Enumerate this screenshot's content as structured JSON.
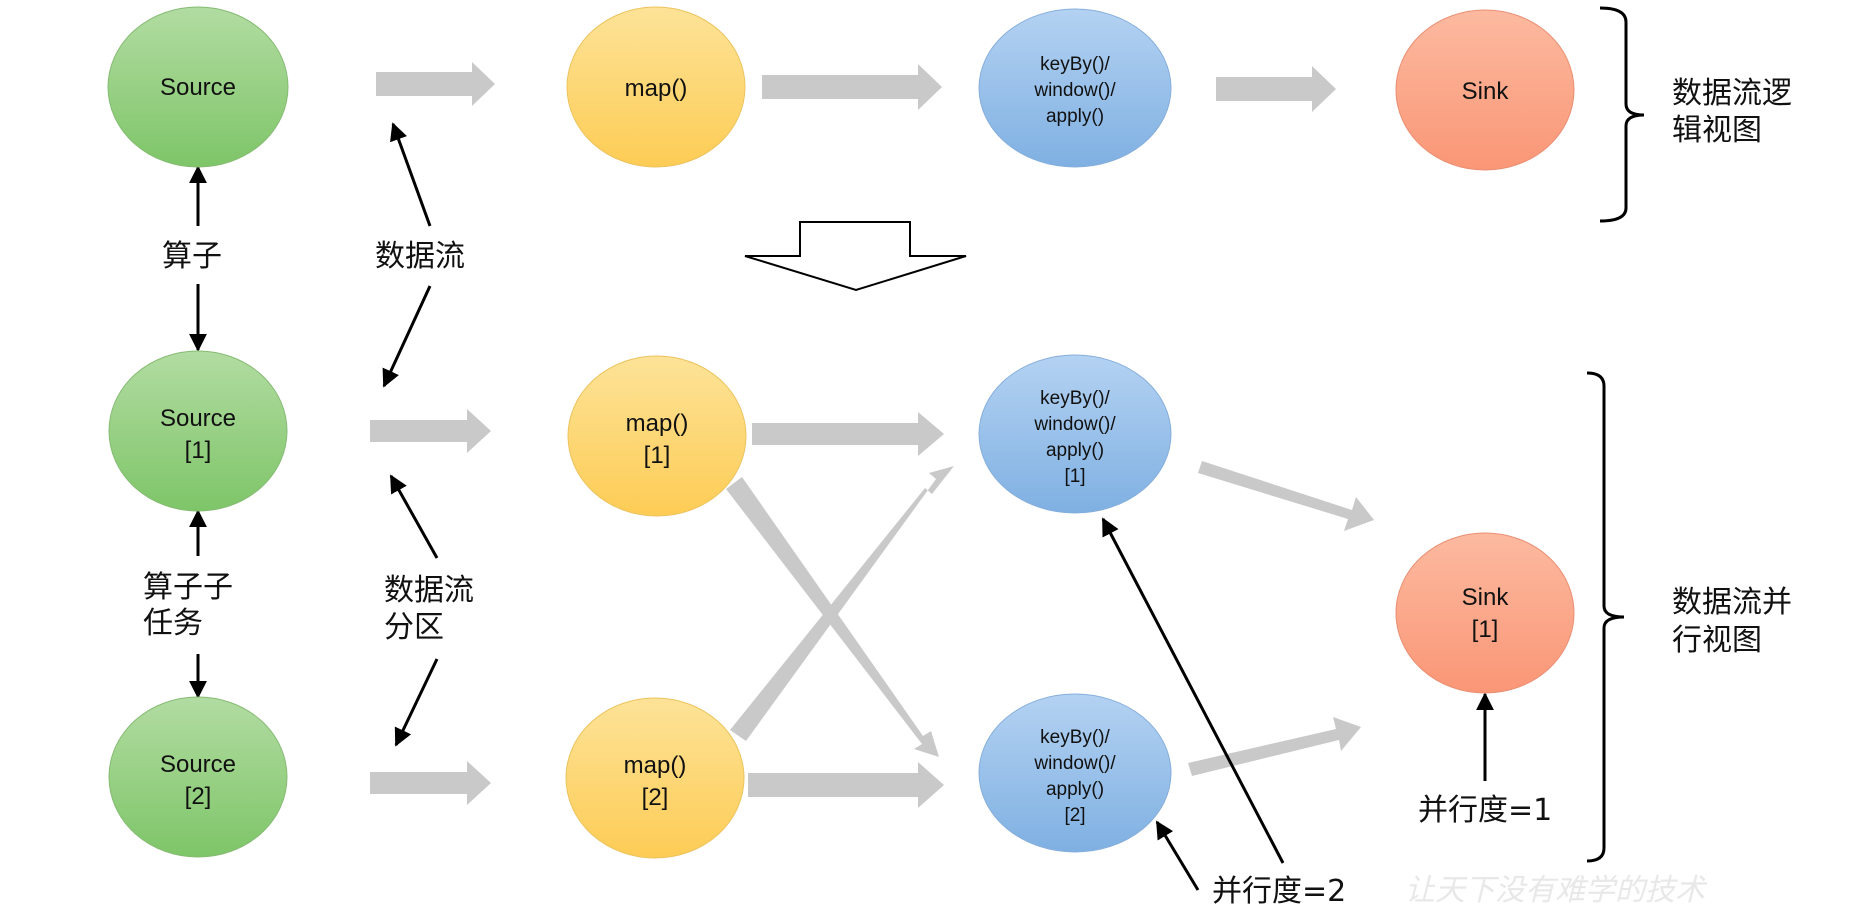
{
  "logical_view": {
    "nodes": {
      "source": "Source",
      "map": "map()",
      "keyby": [
        "keyBy()/",
        "window()/",
        "apply()"
      ],
      "sink": "Sink"
    },
    "label": [
      "数据流逻",
      "辑视图"
    ]
  },
  "parallel_view": {
    "nodes": {
      "source_1": [
        "Source",
        "[1]"
      ],
      "source_2": [
        "Source",
        "[2]"
      ],
      "map_1": [
        "map()",
        "[1]"
      ],
      "map_2": [
        "map()",
        "[2]"
      ],
      "keyby_1": [
        "keyBy()/",
        "window()/",
        "apply()",
        "[1]"
      ],
      "keyby_2": [
        "keyBy()/",
        "window()/",
        "apply()",
        "[2]"
      ],
      "sink_1": [
        "Sink",
        "[1]"
      ]
    },
    "label": [
      "数据流并",
      "行视图"
    ]
  },
  "annotations": {
    "operator": "算子",
    "data_stream": "数据流",
    "subtask": [
      "算子子",
      "任务"
    ],
    "stream_partition": [
      "数据流",
      "分区"
    ],
    "parallelism_2": "并行度=2",
    "parallelism_1": "并行度=1"
  },
  "watermark": "让天下没有难学的技术",
  "colors": {
    "source_green": "#8fcd7a",
    "map_yellow": "#fdd46e",
    "keyby_blue": "#93bde8",
    "sink_salmon": "#fba083",
    "flow_arrow_gray": "#c9c9c9",
    "line_black": "#000000"
  }
}
